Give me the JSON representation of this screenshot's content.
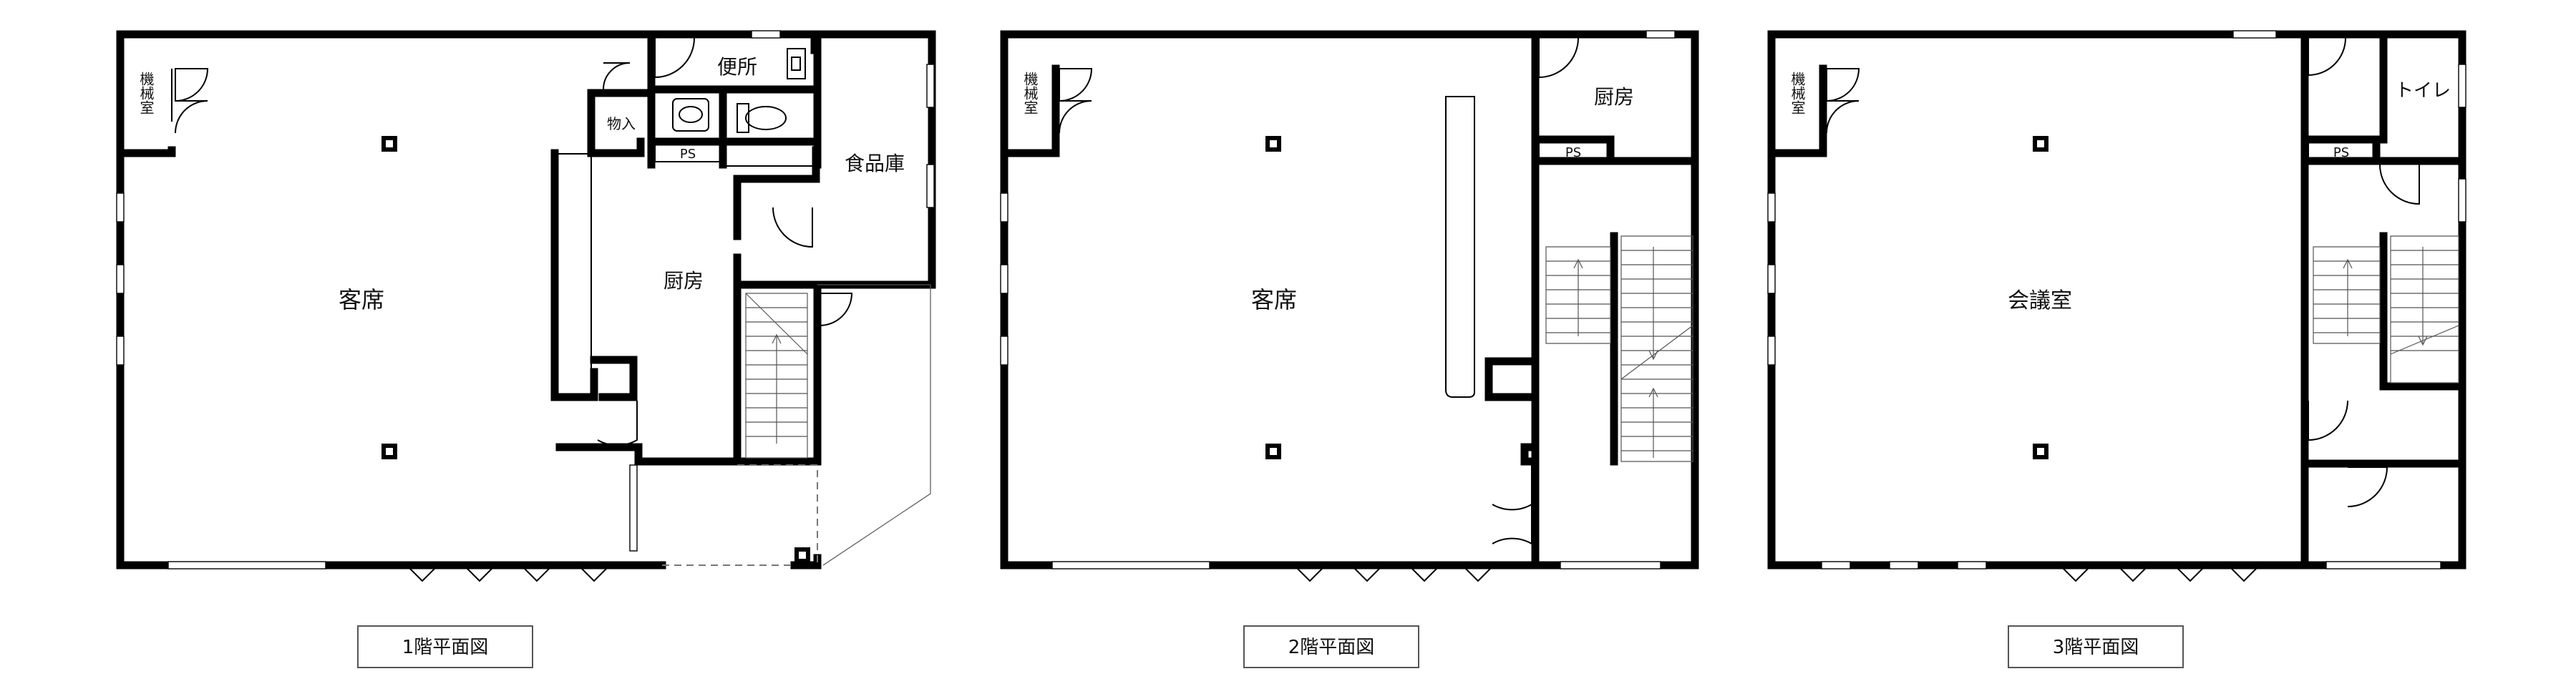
{
  "floors": [
    {
      "title": "1階平面図",
      "rooms": {
        "machine": "機械室",
        "seating": "客席",
        "toilet": "便所",
        "storage": "物入",
        "ps": "PS",
        "pantry": "食品庫",
        "kitchen": "厨房"
      }
    },
    {
      "title": "2階平面図",
      "rooms": {
        "machine": "機械室",
        "seating": "客席",
        "kitchen": "厨房",
        "ps": "PS"
      }
    },
    {
      "title": "3階平面図",
      "rooms": {
        "machine": "機械室",
        "meeting": "会議室",
        "toilet": "トイレ",
        "ps": "PS"
      }
    }
  ]
}
